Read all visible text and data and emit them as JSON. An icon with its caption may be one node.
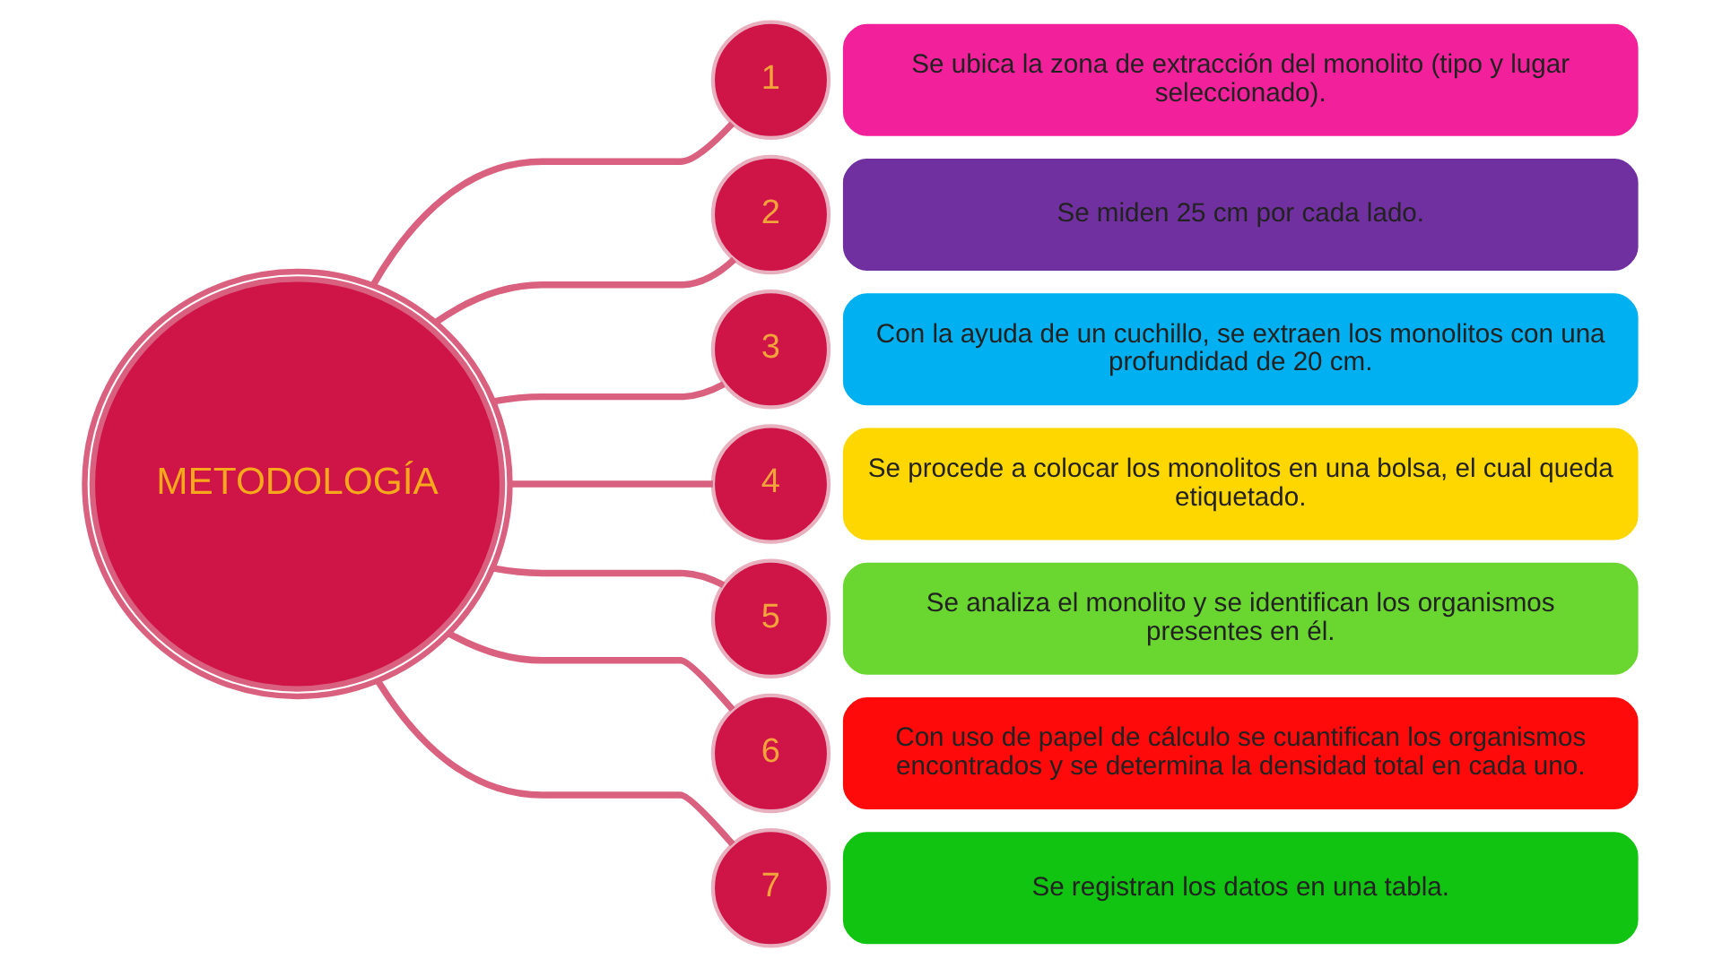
{
  "diagram": {
    "nodes": [
      {
        "text": [
          "METODOLOGÍA"
        ]
      },
      {
        "text": [
          "1"
        ]
      },
      {
        "text": [
          "Se ubica la zona de extracción del monolito (tipo y lugar seleccionado)."
        ]
      },
      {
        "text": [
          "2"
        ]
      },
      {
        "text": [
          "Se miden 25 cm por cada lado."
        ]
      },
      {
        "text": [
          "3"
        ]
      },
      {
        "text": [
          "Con la ayuda de un cuchillo, se extraen los monolitos con una profundidad de 20 cm."
        ]
      },
      {
        "text": [
          "4"
        ]
      },
      {
        "text": [
          "Se procede a colocar los monolitos en una bolsa, el cual queda etiquetado."
        ]
      },
      {
        "text": [
          "5"
        ]
      },
      {
        "text": [
          "Se analiza el monolito y se identifican los organismos presentes en él."
        ]
      },
      {
        "text": [
          "6"
        ]
      },
      {
        "text": [
          "Con uso de papel de cálculo se cuantifican los organismos encontrados y se determina la densidad total en cada uno."
        ]
      },
      {
        "text": [
          "7"
        ]
      },
      {
        "text": [
          "Se registran los datos en una tabla."
        ]
      }
    ],
    "edges": [
      {
        "from": 0,
        "to": 1,
        "arrow": "none"
      },
      {
        "from": 0,
        "to": 3,
        "arrow": "none"
      },
      {
        "from": 0,
        "to": 5,
        "arrow": "none"
      },
      {
        "from": 0,
        "to": 7,
        "arrow": "none"
      },
      {
        "from": 0,
        "to": 9,
        "arrow": "none"
      },
      {
        "from": 0,
        "to": 11,
        "arrow": "none"
      },
      {
        "from": 0,
        "to": 13,
        "arrow": "none"
      }
    ]
  }
}
